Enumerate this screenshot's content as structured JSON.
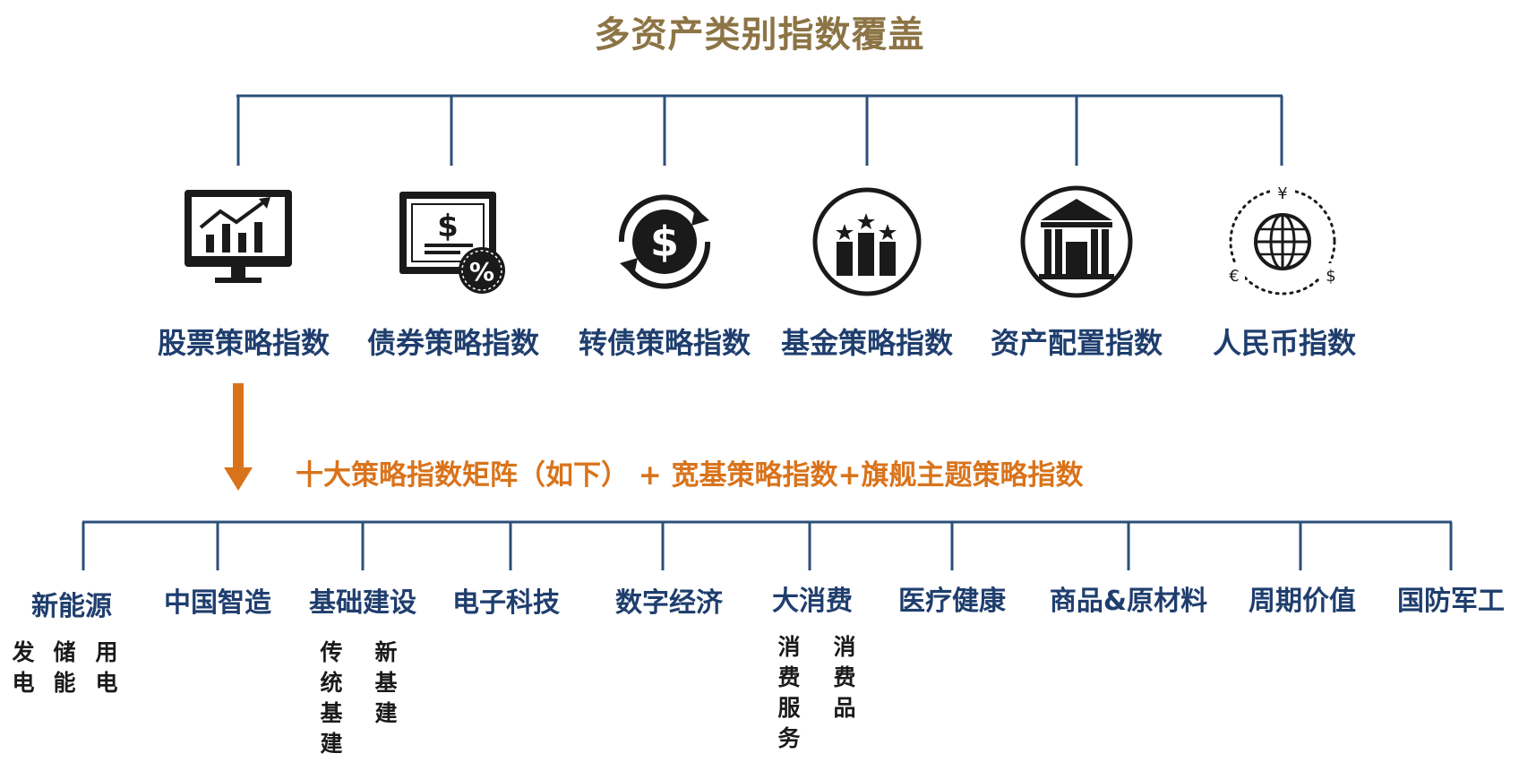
{
  "title": "多资产类别指数覆盖",
  "categories": [
    {
      "label": "股票策略指数",
      "icon": "monitor-bar-chart-icon"
    },
    {
      "label": "债券策略指数",
      "icon": "bond-certificate-icon"
    },
    {
      "label": "转债策略指数",
      "icon": "dollar-cycle-icon"
    },
    {
      "label": "基金策略指数",
      "icon": "fund-stars-bars-icon"
    },
    {
      "label": "资产配置指数",
      "icon": "bank-building-icon"
    },
    {
      "label": "人民币指数",
      "icon": "globe-currency-icon"
    }
  ],
  "currency_symbols": {
    "yen": "¥",
    "euro": "€",
    "dollar": "$"
  },
  "cert_symbols": {
    "dollar": "$",
    "percent": "%"
  },
  "matrix_title": "十大策略指数矩阵（如下） + 宽基策略指数+旗舰主题策略指数",
  "themes": [
    {
      "label": "新能源",
      "subs": [
        "发电",
        "储能",
        "用电"
      ]
    },
    {
      "label": "中国智造",
      "subs": []
    },
    {
      "label": "基础建设",
      "subs": [
        "传统基建",
        "新基建"
      ]
    },
    {
      "label": "电子科技",
      "subs": []
    },
    {
      "label": "数字经济",
      "subs": []
    },
    {
      "label": "大消费",
      "subs": [
        "消费服务",
        "消费品"
      ]
    },
    {
      "label": "医疗健康",
      "subs": []
    },
    {
      "label": "商品&原材料",
      "subs": []
    },
    {
      "label": "周期价值",
      "subs": []
    },
    {
      "label": "国防军工",
      "subs": []
    }
  ],
  "colors": {
    "title": "#8c7445",
    "navy": "#1f3e6e",
    "line": "#2c4f7a",
    "accent_orange": "#d9731b",
    "icon_dark": "#1a1a1a"
  }
}
